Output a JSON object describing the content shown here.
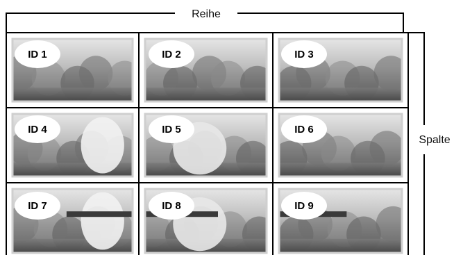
{
  "row_label": "Reihe",
  "column_label": "Spalte",
  "grid": {
    "rows": 3,
    "columns": 3,
    "cells": [
      {
        "id_label": "ID 1"
      },
      {
        "id_label": "ID 2"
      },
      {
        "id_label": "ID 3"
      },
      {
        "id_label": "ID 4"
      },
      {
        "id_label": "ID 5"
      },
      {
        "id_label": "ID 6"
      },
      {
        "id_label": "ID 7"
      },
      {
        "id_label": "ID 8"
      },
      {
        "id_label": "ID 9"
      }
    ]
  }
}
